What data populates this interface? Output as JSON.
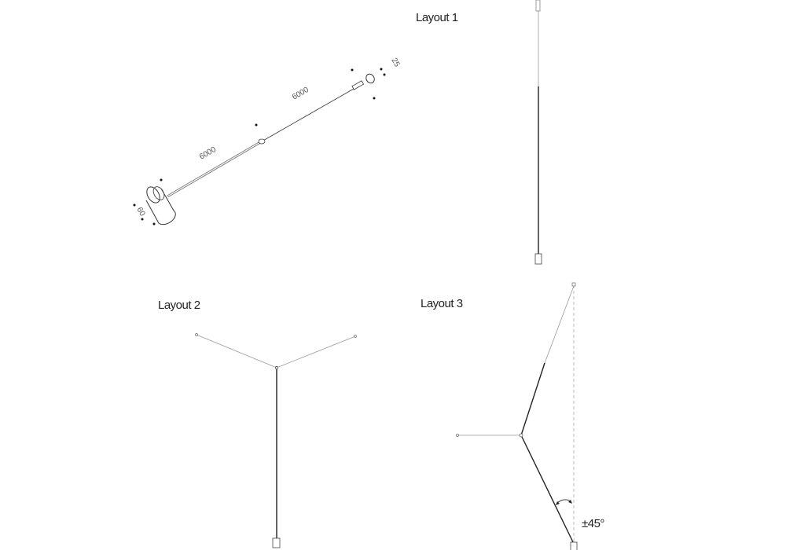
{
  "layouts": [
    {
      "title": "Layout 1"
    },
    {
      "title": "Layout 2"
    },
    {
      "title": "Layout 3"
    }
  ],
  "dimensions": {
    "cable_length_upper": "6000",
    "cable_length_lower": "6000",
    "connector_diameter": "25",
    "fixture_diameter": "60"
  },
  "angle_label": "±45°"
}
